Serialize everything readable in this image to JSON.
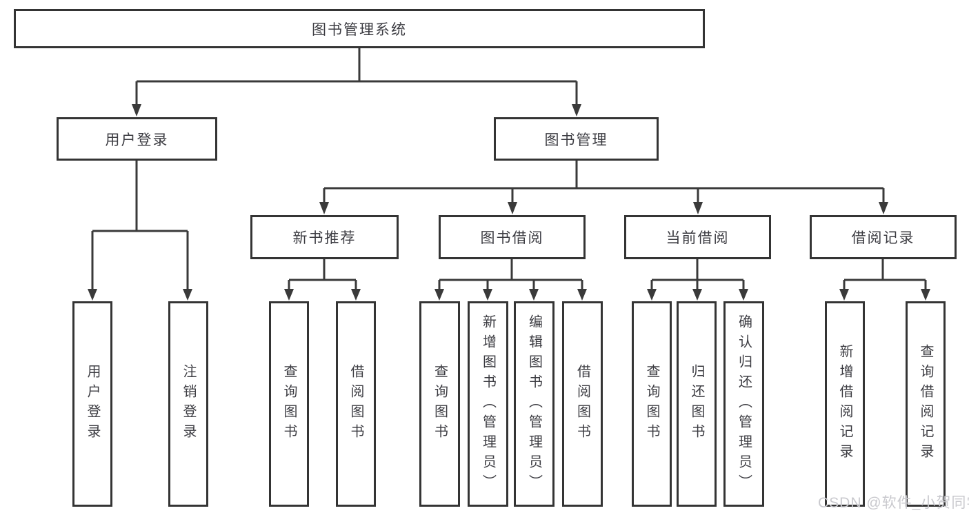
{
  "diagram": {
    "root": {
      "label": "图书管理系统"
    },
    "branches": [
      {
        "label": "用户登录",
        "children": [
          {
            "label": "用户登录"
          },
          {
            "label": "注销登录"
          }
        ]
      },
      {
        "label": "图书管理",
        "children": [
          {
            "label": "新书推荐",
            "children": [
              {
                "label": "查询图书"
              },
              {
                "label": "借阅图书"
              }
            ]
          },
          {
            "label": "图书借阅",
            "children": [
              {
                "label": "查询图书"
              },
              {
                "label": "新增图书（管理员）"
              },
              {
                "label": "编辑图书（管理员）"
              },
              {
                "label": "借阅图书"
              }
            ]
          },
          {
            "label": "当前借阅",
            "children": [
              {
                "label": "查询图书"
              },
              {
                "label": "归还图书"
              },
              {
                "label": "确认归还（管理员）"
              }
            ]
          },
          {
            "label": "借阅记录",
            "children": [
              {
                "label": "新增借阅记录"
              },
              {
                "label": "查询借阅记录"
              }
            ]
          }
        ]
      }
    ]
  },
  "watermark": {
    "text": "CSDN @软件_小贺同学"
  },
  "colors": {
    "line": "#3a3a3a",
    "border": "#343434",
    "text": "#3c3c42",
    "background": "#ffffff",
    "watermark": "#c9c9ce"
  }
}
